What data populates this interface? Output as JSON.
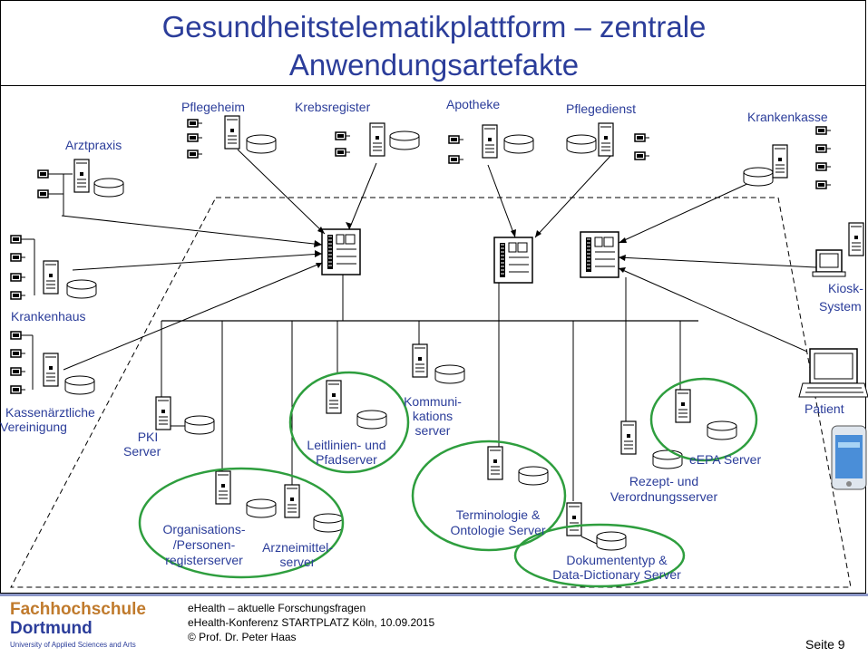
{
  "slide": {
    "title_line1": "Gesundheitstelematikplattform – zentrale",
    "title_line2": "Anwendungsartefakte"
  },
  "nodes": {
    "pflegeheim": "Pflegeheim",
    "krebsregister": "Krebsregister",
    "apotheke": "Apotheke",
    "pflegedienst": "Pflegedienst",
    "krankenkasse": "Krankenkasse",
    "arztpraxis": "Arztpraxis",
    "krankenhaus": "Krankenhaus",
    "kv_line1": "Kassenärztliche",
    "kv_line2": "Vereinigung",
    "kiosk_line1": "Kiosk-",
    "kiosk_line2": "System",
    "patient": "Patient"
  },
  "servers": {
    "pki_line1": "PKI",
    "pki_line2": "Server",
    "leitlinien_line1": "Leitlinien- und",
    "leitlinien_line2": "Pfadserver",
    "komm_line1": "Kommuni-",
    "komm_line2": "kations",
    "komm_line3": "server",
    "org_line1": "Organisations-",
    "org_line2": "/Personen-",
    "org_line3": "registerserver",
    "arznei_line1": "Arzneimittel-",
    "arznei_line2": "server",
    "termino_line1": "Terminologie &",
    "termino_line2": "Ontologie Server",
    "rezept_line1": "Rezept- und",
    "rezept_line2": "Verordnungsserver",
    "eepa": "eEPA Server",
    "doku_line1": "Dokumententyp &",
    "doku_line2": "Data-Dictionary Server"
  },
  "footer": {
    "logo_line1": "Fachhochschule",
    "logo_line2": "Dortmund",
    "logo_line3": "University of Applied Sciences and Arts",
    "line1": "eHealth – aktuelle Forschungsfragen",
    "line2": "eHealth-Konferenz STARTPLATZ Köln, 10.09.2015",
    "line3": "© Prof. Dr. Peter Haas",
    "page": "Seite 9"
  },
  "colors": {
    "title": "#2b3d9a",
    "highlight_ellipse": "#2e9e3e",
    "logo_orange": "#c07a2c"
  }
}
